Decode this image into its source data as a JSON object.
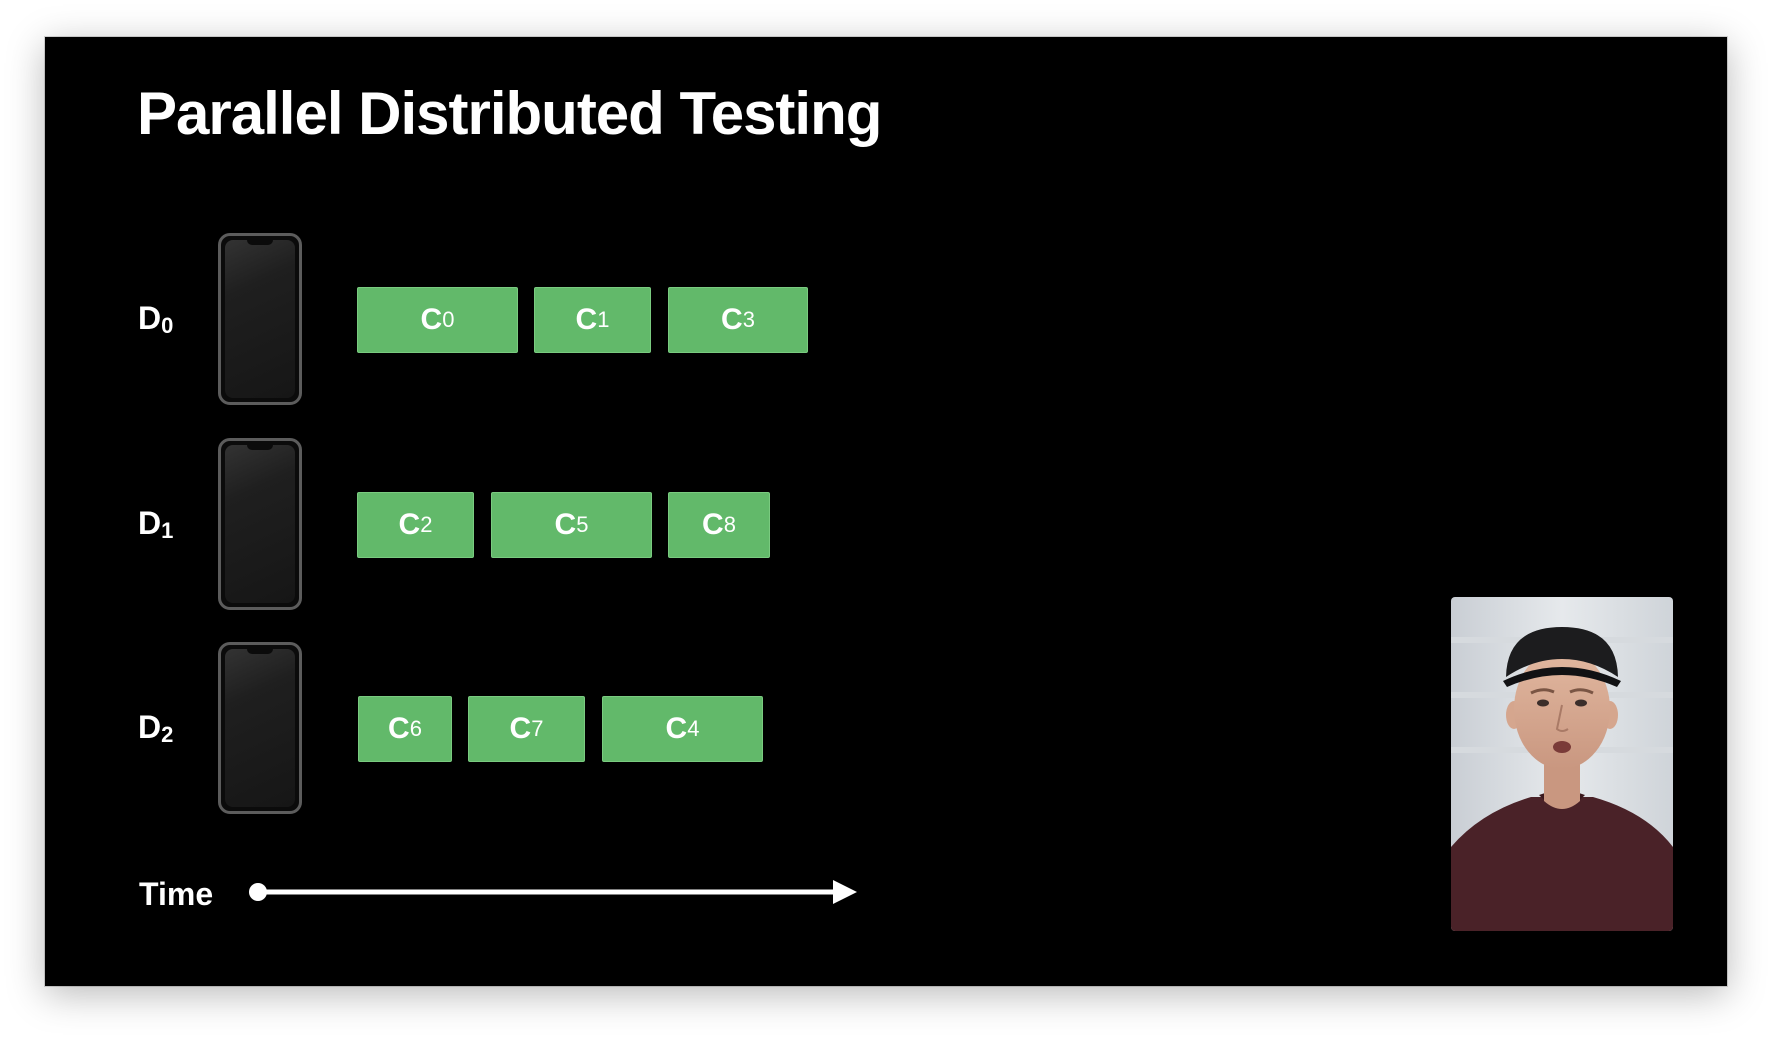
{
  "slide": {
    "title": "Parallel Distributed Testing",
    "time_label": "Time"
  },
  "devices": [
    {
      "label": "D",
      "sub": "0",
      "cases": [
        {
          "label": "C",
          "sub": "0"
        },
        {
          "label": "C",
          "sub": "1"
        },
        {
          "label": "C",
          "sub": "3"
        }
      ]
    },
    {
      "label": "D",
      "sub": "1",
      "cases": [
        {
          "label": "C",
          "sub": "2"
        },
        {
          "label": "C",
          "sub": "5"
        },
        {
          "label": "C",
          "sub": "8"
        }
      ]
    },
    {
      "label": "D",
      "sub": "2",
      "cases": [
        {
          "label": "C",
          "sub": "6"
        },
        {
          "label": "C",
          "sub": "7"
        },
        {
          "label": "C",
          "sub": "4"
        }
      ]
    }
  ],
  "colors": {
    "background": "#000000",
    "case_block": "#62b96a",
    "text": "#ffffff"
  },
  "icons": {
    "device": "iphone-icon",
    "timeline": "arrow-right-icon"
  }
}
